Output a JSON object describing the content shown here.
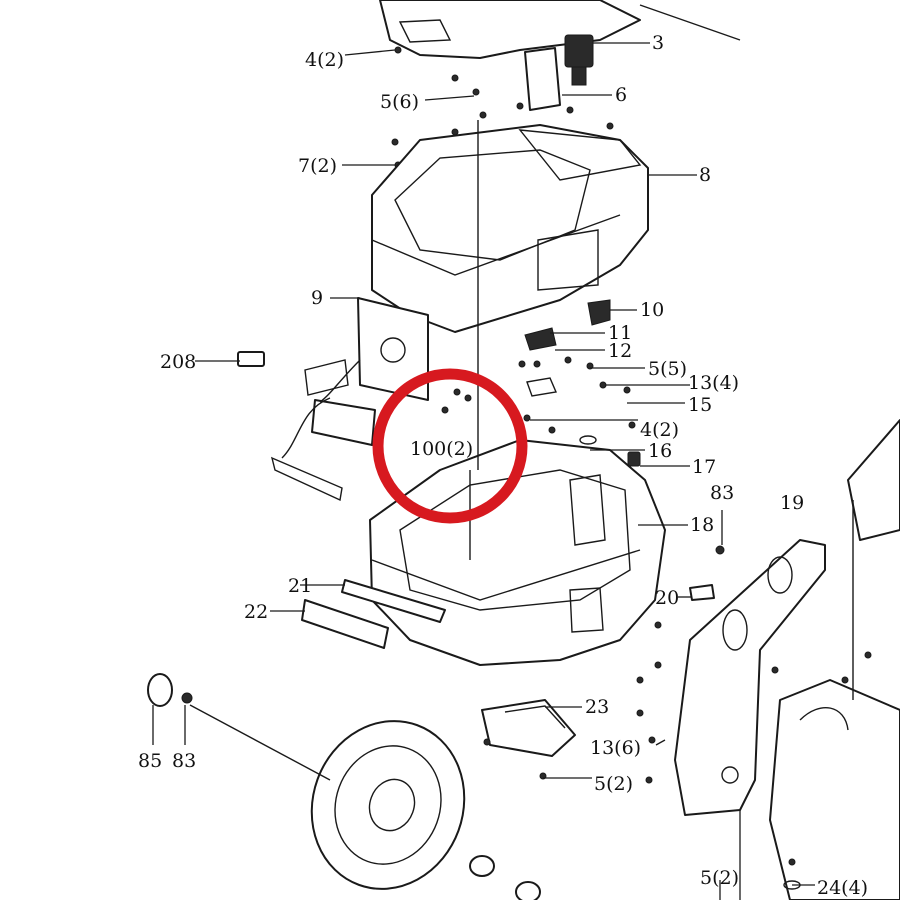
{
  "labels": [
    {
      "id": "3",
      "text": "3"
    },
    {
      "id": "4a",
      "text": "4(2)"
    },
    {
      "id": "5a",
      "text": "5(6)"
    },
    {
      "id": "6",
      "text": "6"
    },
    {
      "id": "7",
      "text": "7(2)"
    },
    {
      "id": "8",
      "text": "8"
    },
    {
      "id": "9",
      "text": "9"
    },
    {
      "id": "10",
      "text": "10"
    },
    {
      "id": "11",
      "text": "11"
    },
    {
      "id": "12",
      "text": "12"
    },
    {
      "id": "208",
      "text": "208"
    },
    {
      "id": "5b",
      "text": "5(5)"
    },
    {
      "id": "13a",
      "text": "13(4)"
    },
    {
      "id": "15",
      "text": "15"
    },
    {
      "id": "4b",
      "text": "4(2)"
    },
    {
      "id": "100",
      "text": "100(2)"
    },
    {
      "id": "16",
      "text": "16"
    },
    {
      "id": "17",
      "text": "17"
    },
    {
      "id": "83a",
      "text": "83"
    },
    {
      "id": "19",
      "text": "19"
    },
    {
      "id": "18",
      "text": "18"
    },
    {
      "id": "21",
      "text": "21"
    },
    {
      "id": "22",
      "text": "22"
    },
    {
      "id": "20",
      "text": "20"
    },
    {
      "id": "85",
      "text": "85"
    },
    {
      "id": "83b",
      "text": "83"
    },
    {
      "id": "23",
      "text": "23"
    },
    {
      "id": "13b",
      "text": "13(6)"
    },
    {
      "id": "5c",
      "text": "5(2)"
    },
    {
      "id": "5d",
      "text": "5(2)"
    },
    {
      "id": "24",
      "text": "24(4)"
    }
  ],
  "highlight": {
    "color": "#d7191f",
    "target": "100"
  }
}
